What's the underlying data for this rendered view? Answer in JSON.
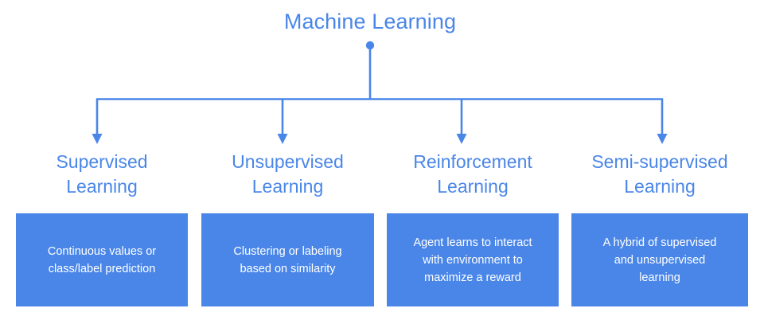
{
  "diagram": {
    "type": "hierarchy-tree",
    "root": {
      "label": "Machine Learning",
      "color": "#4a86e8"
    },
    "colors": {
      "accent_blue": "#4a86e8",
      "box_fill": "#4a86e8",
      "box_text": "#ffffff",
      "background": "#ffffff"
    },
    "branches": [
      {
        "heading_line1": "Supervised",
        "heading_line2": "Learning",
        "description_line1": "Continuous values or",
        "description_line2": "class/label prediction",
        "description_line3": ""
      },
      {
        "heading_line1": "Unsupervised",
        "heading_line2": "Learning",
        "description_line1": "Clustering or labeling",
        "description_line2": "based on similarity",
        "description_line3": ""
      },
      {
        "heading_line1": "Reinforcement",
        "heading_line2": "Learning",
        "description_line1": "Agent learns to interact",
        "description_line2": "with environment to",
        "description_line3": "maximize a reward"
      },
      {
        "heading_line1": "Semi-supervised",
        "heading_line2": "Learning",
        "description_line1": "A hybrid of supervised",
        "description_line2": "and unsupervised",
        "description_line3": "learning"
      }
    ]
  }
}
